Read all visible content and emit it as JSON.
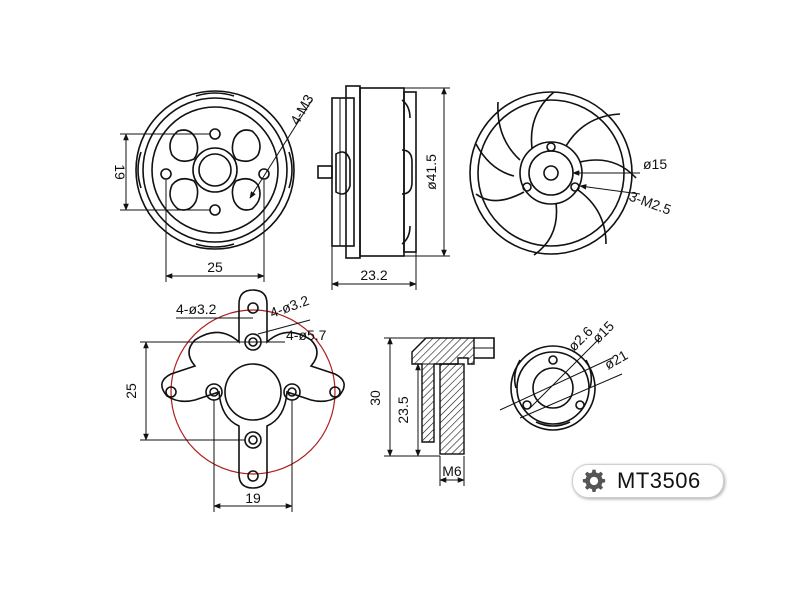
{
  "dimensions": {
    "front": {
      "height": "19",
      "width": "25",
      "thread": "4-M3"
    },
    "side": {
      "diameter": "ø41.5",
      "length": "23.2"
    },
    "rear": {
      "center": "ø15",
      "thread": "3-M2.5"
    },
    "mount": {
      "holes_a": "4-ø3.2",
      "holes_b": "4-ø3.2",
      "holes_c": "4-ø5.7",
      "height": "25",
      "width": "19"
    },
    "shaft": {
      "total": "30",
      "length": "23.5",
      "thread": "M6"
    },
    "base": {
      "hole": "ø2.6",
      "inner": "ø15",
      "outer": "ø21"
    }
  },
  "model": {
    "name": "MT3506",
    "icon": "gear-icon"
  },
  "colors": {
    "line": "#111111",
    "red": "#b01e1e"
  }
}
